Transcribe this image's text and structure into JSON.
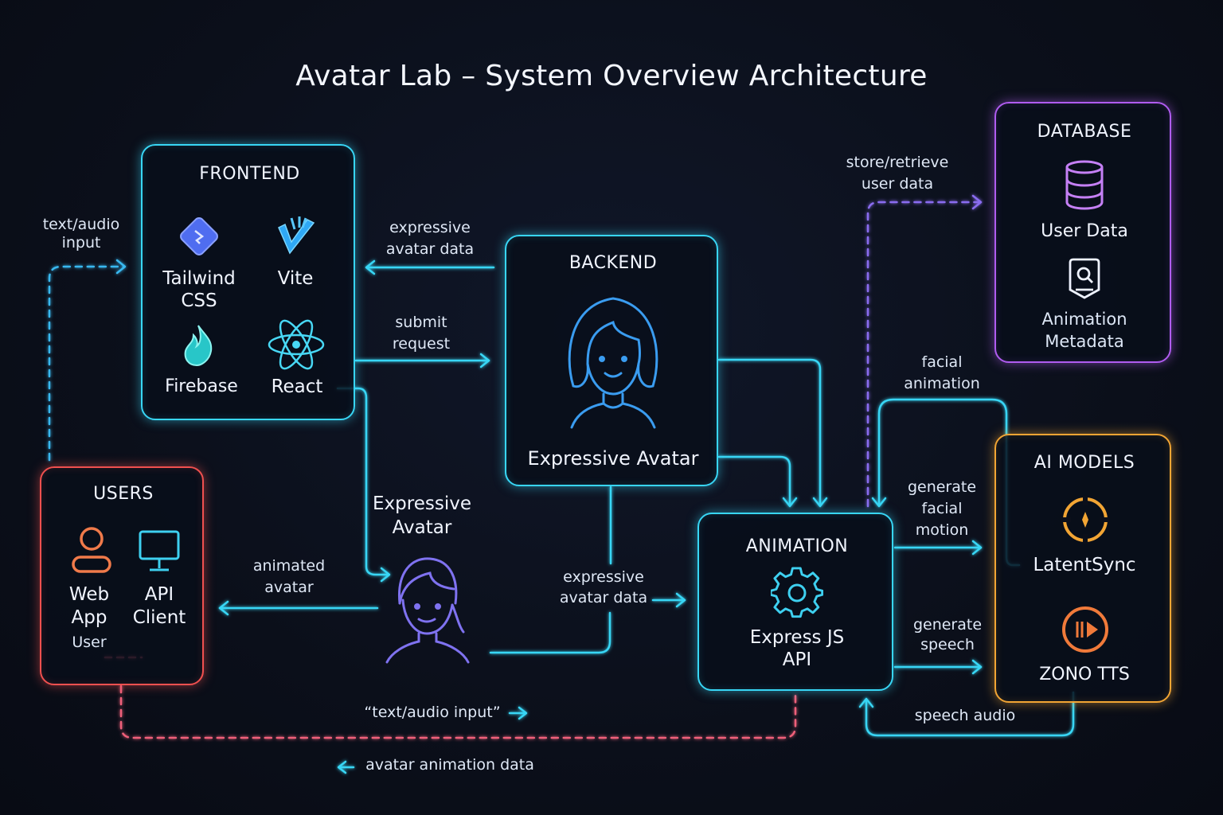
{
  "title": "Avatar Lab – System Overview Architecture",
  "frontend": {
    "heading": "FRONTEND",
    "items": [
      {
        "label_lines": [
          "Tailwind",
          "CSS"
        ],
        "icon": "tailwind-icon"
      },
      {
        "label_lines": [
          "Vite"
        ],
        "icon": "vite-icon"
      },
      {
        "label_lines": [
          "Firebase"
        ],
        "icon": "firebase-icon"
      },
      {
        "label_lines": [
          "React"
        ],
        "icon": "react-icon"
      }
    ]
  },
  "backend": {
    "heading": "BACKEND",
    "label": "Expressive Avatar",
    "icon": "avatar-face-icon"
  },
  "database": {
    "heading": "DATABASE",
    "items": [
      {
        "label_lines": [
          "User Data"
        ],
        "icon": "database-icon"
      },
      {
        "label_lines": [
          "Animation",
          "Metadata"
        ],
        "icon": "metadata-icon"
      }
    ]
  },
  "users": {
    "heading": "USERS",
    "items": [
      {
        "label_lines": [
          "Web",
          "App"
        ],
        "sub": "User",
        "icon": "user-icon"
      },
      {
        "label_lines": [
          "API",
          "Client"
        ],
        "icon": "monitor-icon"
      }
    ]
  },
  "animation": {
    "heading": "ANIMATION",
    "label_lines": [
      "Express JS",
      "API"
    ],
    "icon": "gear-icon"
  },
  "ai_models": {
    "heading": "AI MODELS",
    "items": [
      {
        "label_lines": [
          "LatentSync"
        ],
        "icon": "latentsync-icon"
      },
      {
        "label_lines": [
          "ZONO TTS"
        ],
        "icon": "tts-icon"
      }
    ]
  },
  "center_avatar": {
    "label_lines": [
      "Expressive",
      "Avatar"
    ],
    "icon": "avatar-girl-icon"
  },
  "edges": {
    "text_audio_input": [
      "text/audio",
      "input"
    ],
    "expressive_avatar_data_top": [
      "expressive",
      "avatar data"
    ],
    "submit_request": [
      "submit",
      "request"
    ],
    "store_retrieve": [
      "store/retrieve",
      "user data"
    ],
    "facial_animation": [
      "facial",
      "animation"
    ],
    "generate_facial_motion": [
      "generate",
      "facial",
      "motion"
    ],
    "generate_speech": [
      "generate",
      "speech"
    ],
    "speech_audio": [
      "speech audio"
    ],
    "animated_avatar": [
      "animated",
      "avatar"
    ],
    "expressive_avatar_data_mid": [
      "expressive",
      "avatar data"
    ],
    "text_audio_input_quoted": [
      "“text/audio input”"
    ],
    "avatar_animation_data": [
      "avatar animation data"
    ]
  },
  "colors": {
    "cyan": "#38d6f5",
    "red": "#f0504f",
    "purple": "#b05cf0",
    "orange": "#f2a534",
    "background": "#0b0f1a"
  }
}
